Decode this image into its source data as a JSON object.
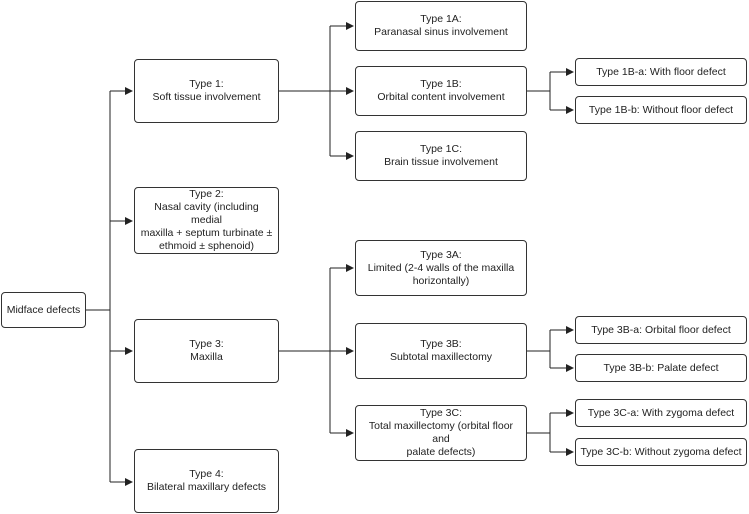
{
  "root": {
    "label": "Midface defects"
  },
  "types": {
    "t1": {
      "title": "Type 1:",
      "desc": "Soft tissue involvement"
    },
    "t2": {
      "title": "Type 2:",
      "desc": "Nasal cavity (including medial\nmaxilla + septum turbinate ±\nethmoid ± sphenoid)"
    },
    "t3": {
      "title": "Type 3:",
      "desc": "Maxilla"
    },
    "t4": {
      "title": "Type 4:",
      "desc": "Bilateral maxillary defects"
    }
  },
  "subtypes": {
    "t1a": {
      "title": "Type 1A:",
      "desc": "Paranasal sinus involvement"
    },
    "t1b": {
      "title": "Type 1B:",
      "desc": "Orbital content involvement"
    },
    "t1c": {
      "title": "Type 1C:",
      "desc": "Brain tissue involvement"
    },
    "t3a": {
      "title": "Type 3A:",
      "desc": "Limited (2-4 walls of the maxilla\nhorizontally)"
    },
    "t3b": {
      "title": "Type 3B:",
      "desc": "Subtotal maxillectomy"
    },
    "t3c": {
      "title": "Type 3C:",
      "desc": "Total maxillectomy (orbital floor and\npalate defects)"
    }
  },
  "leaves": {
    "t1ba": "Type 1B-a: With floor defect",
    "t1bb": "Type 1B-b: Without floor defect",
    "t3ba": "Type 3B-a: Orbital floor defect",
    "t3bb": "Type 3B-b: Palate defect",
    "t3ca": "Type 3C-a: With zygoma defect",
    "t3cb": "Type 3C-b: Without zygoma defect"
  }
}
